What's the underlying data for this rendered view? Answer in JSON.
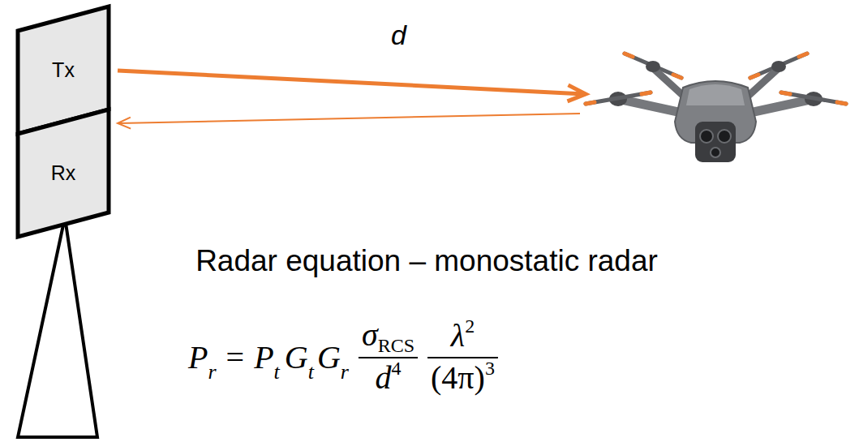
{
  "diagram": {
    "title": "Radar equation – monostatic radar",
    "nodes": [
      {
        "text": [
          "Tx"
        ]
      },
      {
        "text": [
          "Rx"
        ]
      }
    ],
    "labels": [
      "d",
      "P",
      "r",
      "=",
      "P",
      "t",
      "G",
      "t",
      "G",
      "r",
      "σ",
      "RCS",
      "d",
      "4",
      "λ",
      "2",
      "(4π)",
      "3"
    ]
  }
}
